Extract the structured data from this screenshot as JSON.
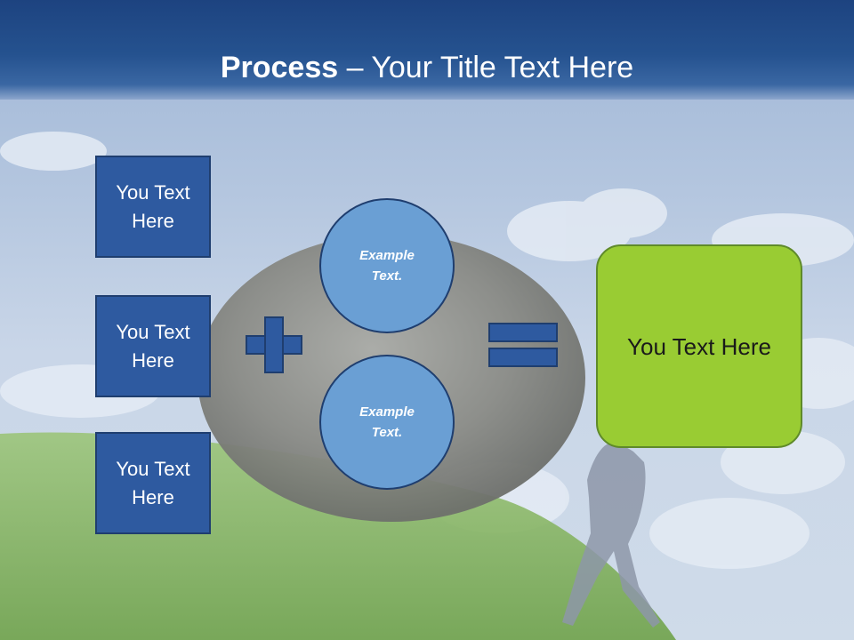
{
  "title": {
    "bold": "Process",
    "separator": " – ",
    "rest": "Your Title Text Here"
  },
  "boxes": [
    {
      "label": "You Text Here"
    },
    {
      "label": "You Text Here"
    },
    {
      "label": "You Text Here"
    }
  ],
  "circles": [
    {
      "label": "Example Text."
    },
    {
      "label": "Example Text."
    }
  ],
  "result": {
    "label": "You Text Here"
  },
  "colors": {
    "title_bar": "#25528f",
    "box_fill": "#2e5aa0",
    "circle_fill": "#6a9fd4",
    "result_fill": "#99cc33",
    "grass": "#7fae52"
  },
  "icons": {
    "operator_1": "plus-icon",
    "operator_2": "equals-icon"
  }
}
